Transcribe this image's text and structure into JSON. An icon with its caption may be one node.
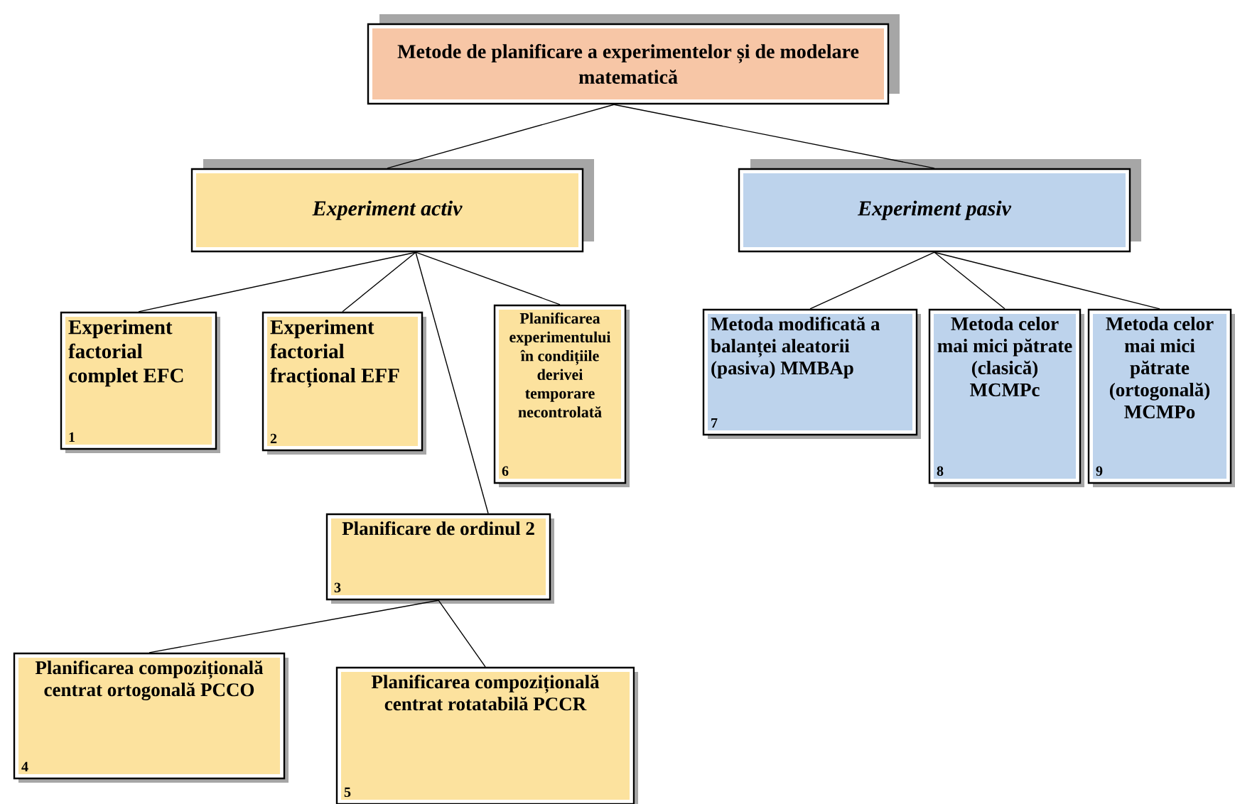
{
  "diagram": {
    "nodes": [
      {
        "text": [
          "Metode de planificare a experimentelor și de modelare matematică"
        ]
      },
      {
        "text": [
          "Experiment activ"
        ]
      },
      {
        "text": [
          "Experiment pasiv"
        ]
      },
      {
        "text": [
          "Experiment factorial complet EFC",
          "1"
        ]
      },
      {
        "text": [
          "Experiment factorial fracțional EFF",
          "2"
        ]
      },
      {
        "text": [
          "Planificarea experimentului în condițiile derivei temporare necontrolată",
          "6"
        ]
      },
      {
        "text": [
          "Planificare de ordinul 2",
          "3"
        ]
      },
      {
        "text": [
          "Planificarea compozițională centrat ortogonală PCCO",
          "4"
        ]
      },
      {
        "text": [
          "Planificarea compozițională centrat rotatabilă PCCR",
          "5"
        ]
      },
      {
        "text": [
          "Metoda modificată a balanței aleatorii (pasiva) MMBAp",
          "7"
        ]
      },
      {
        "text": [
          "Metoda celor mai mici pătrate (clasică) MCMPc",
          "8"
        ]
      },
      {
        "text": [
          "Metoda celor mai mici pătrate (ortogonală) MCMPo",
          "9"
        ]
      }
    ],
    "edges": [
      {
        "from": 0,
        "to": 1,
        "arrow": "none"
      },
      {
        "from": 0,
        "to": 2,
        "arrow": "none"
      },
      {
        "from": 1,
        "to": 3,
        "arrow": "none"
      },
      {
        "from": 1,
        "to": 4,
        "arrow": "none"
      },
      {
        "from": 1,
        "to": 6,
        "arrow": "none"
      },
      {
        "from": 1,
        "to": 5,
        "arrow": "none"
      },
      {
        "from": 2,
        "to": 9,
        "arrow": "none"
      },
      {
        "from": 2,
        "to": 10,
        "arrow": "none"
      },
      {
        "from": 2,
        "to": 11,
        "arrow": "none"
      },
      {
        "from": 6,
        "to": 7,
        "arrow": "none"
      },
      {
        "from": 6,
        "to": 8,
        "arrow": "none"
      }
    ]
  }
}
